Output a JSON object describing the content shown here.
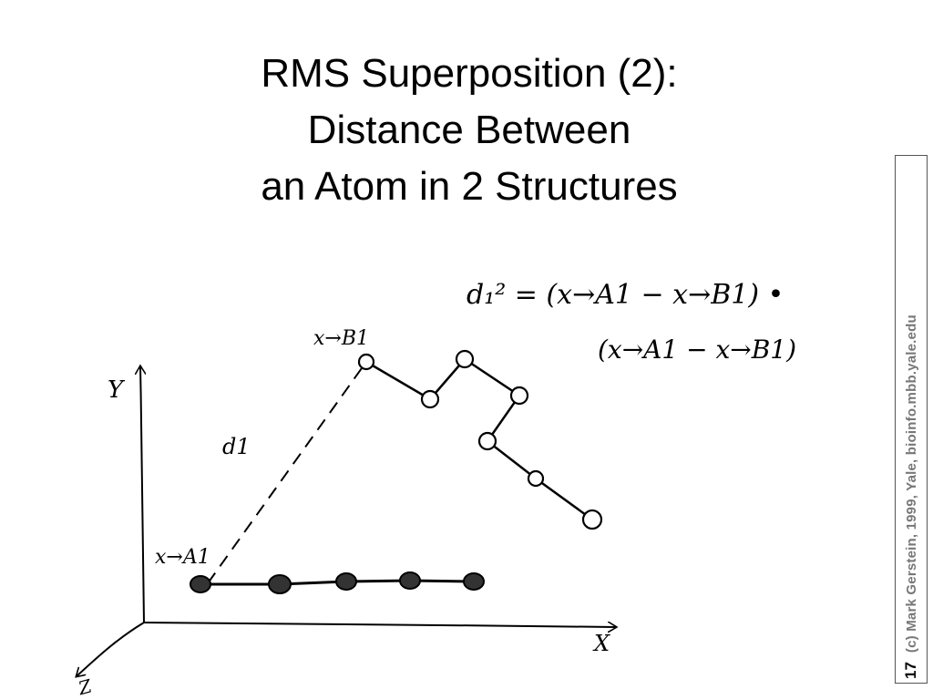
{
  "slide": {
    "title_lines": [
      "RMS Superposition (2):",
      "Distance Between",
      "an Atom in 2 Structures"
    ],
    "slide_number": "17",
    "copyright": "(c) Mark Gerstein, 1999, Yale, bioinfo.mbb.yale.edu"
  },
  "diagram": {
    "axis_labels": {
      "y": "Y",
      "x": "X",
      "z": "Z"
    },
    "labels": {
      "xb1": "x→B1",
      "xa1": "x→A1",
      "d1": "d1"
    },
    "equation": {
      "line1": "d₁² = (x→A1 − x→B1) •",
      "line2": "(x→A1 − x→B1)"
    },
    "structure_a_atoms": 5,
    "structure_b_atoms": 7
  }
}
